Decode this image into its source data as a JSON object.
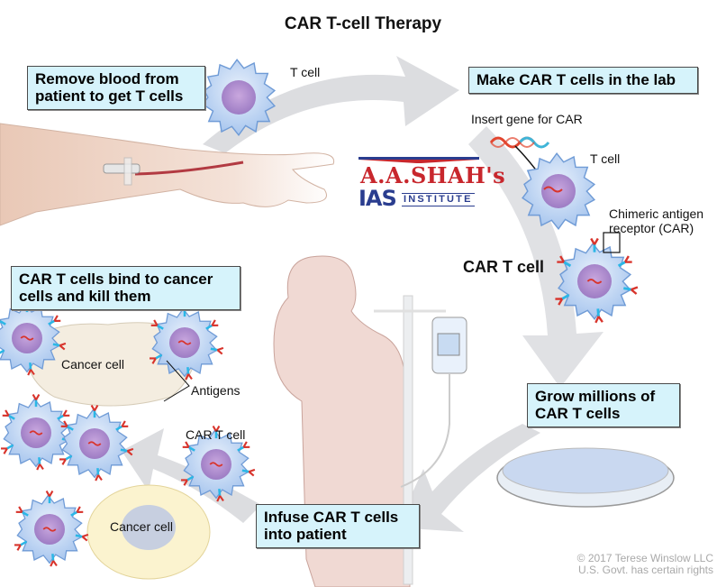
{
  "title": "CAR T-cell Therapy",
  "steps": {
    "remove_blood": "Remove blood from patient to get T cells",
    "remove_blood_lines": [
      "Remove blood from",
      "patient to get T cells"
    ],
    "make_car": "Make CAR T cells in the lab",
    "grow_lines": [
      "Grow millions of",
      "CAR T cells"
    ],
    "infuse_lines": [
      "Infuse CAR T cells",
      "into patient"
    ],
    "bind_lines": [
      "CAR T cells bind to cancer",
      "cells and kill them"
    ]
  },
  "labels": {
    "t_cell_top": "T cell",
    "insert_gene": "Insert gene for CAR",
    "t_cell_lab": "T cell",
    "chimeric_lines": [
      "Chimeric antigen",
      "receptor (CAR)"
    ],
    "car_t_cell_bold": "CAR T cell",
    "car_t_cell_small": "CAR T cell",
    "cancer_cell_1": "Cancer cell",
    "cancer_cell_2": "Cancer cell",
    "antigens": "Antigens"
  },
  "watermark": {
    "line1": "A.A.SHAH's",
    "line2_prefix": "IAS",
    "line2_suffix": "INSTITUTE"
  },
  "credit": {
    "line1": "© 2017 Terese Winslow LLC",
    "line2": "U.S. Govt. has certain rights"
  },
  "colors": {
    "box_fill": "#d6f3fb",
    "arrow": "#dcdde0",
    "t_cell_membrane": "#8fb8e8",
    "nucleus": "#b89bd6",
    "car_red": "#d8342c",
    "car_cyan": "#2bb7e6",
    "antigen_green": "#3bb54a",
    "skin": "#f0d9d3",
    "cancer_cell": "#fbf3cf"
  }
}
